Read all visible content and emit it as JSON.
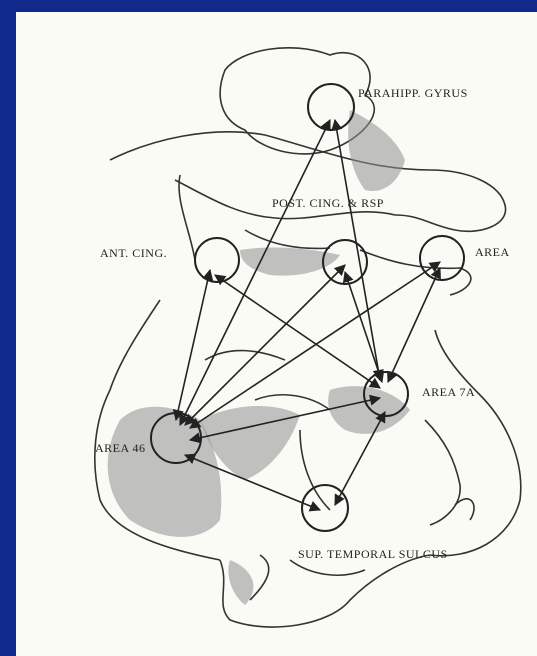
{
  "diagram": {
    "labels": {
      "parahip": "PARAHIPP. GYRUS",
      "post_cing": "POST. CING. & RSP",
      "ant_cing": "ANT. CING.",
      "area_right": "AREA",
      "area_7a": "AREA 7A",
      "area_46": "AREA 46",
      "sup_temporal": "SUP. TEMPORAL SULCUS"
    }
  },
  "colors": {
    "frame": "#0f2a8c",
    "panel": "#fbfbf5",
    "ink": "#222222",
    "shade": "#8f8f8f"
  }
}
